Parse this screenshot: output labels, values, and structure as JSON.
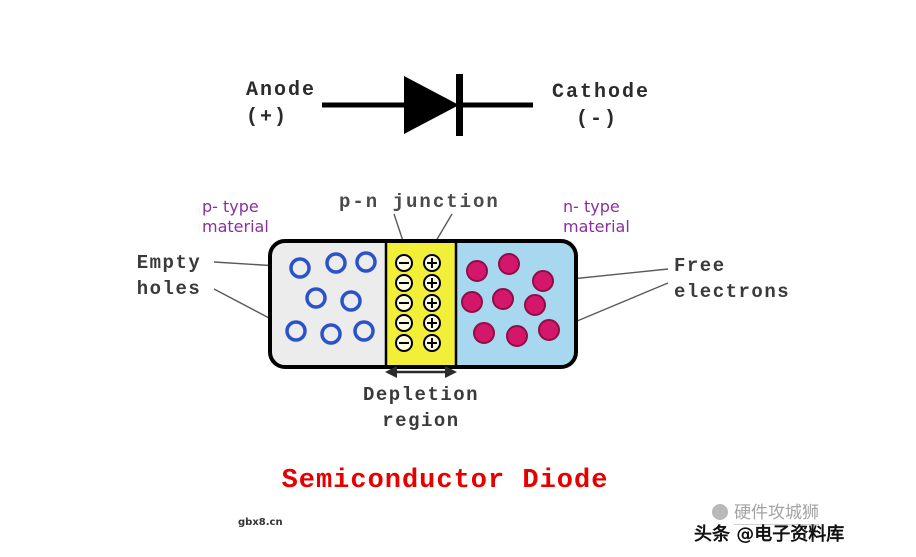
{
  "symbol": {
    "anode": "Anode",
    "anode_sign": "(+)",
    "cathode": "Cathode",
    "cathode_sign": "(-)"
  },
  "diagram": {
    "p_type_line1": "p- type",
    "p_type_line2": "material",
    "junction_label": "p-n junction",
    "n_type_line1": "n- type",
    "n_type_line2": "material",
    "empty_line1": "Empty",
    "empty_line2": "holes",
    "free_line1": "Free",
    "free_line2": "electrons",
    "depletion_line1": "Depletion",
    "depletion_line2": "region"
  },
  "title": "Semiconductor Diode",
  "watermarks": {
    "brand": "硬件攻城狮",
    "credit": "头条 @电子资料库",
    "site": "gbx8.cn"
  },
  "colors": {
    "p_region": "#ececec",
    "junction_region": "#f2ef39",
    "n_region": "#a8d7f0",
    "hole_blue": "#2a52c9",
    "electron_pink": "#d5176b",
    "title_red": "#e60000",
    "type_label_purple": "#8b2f9e"
  }
}
